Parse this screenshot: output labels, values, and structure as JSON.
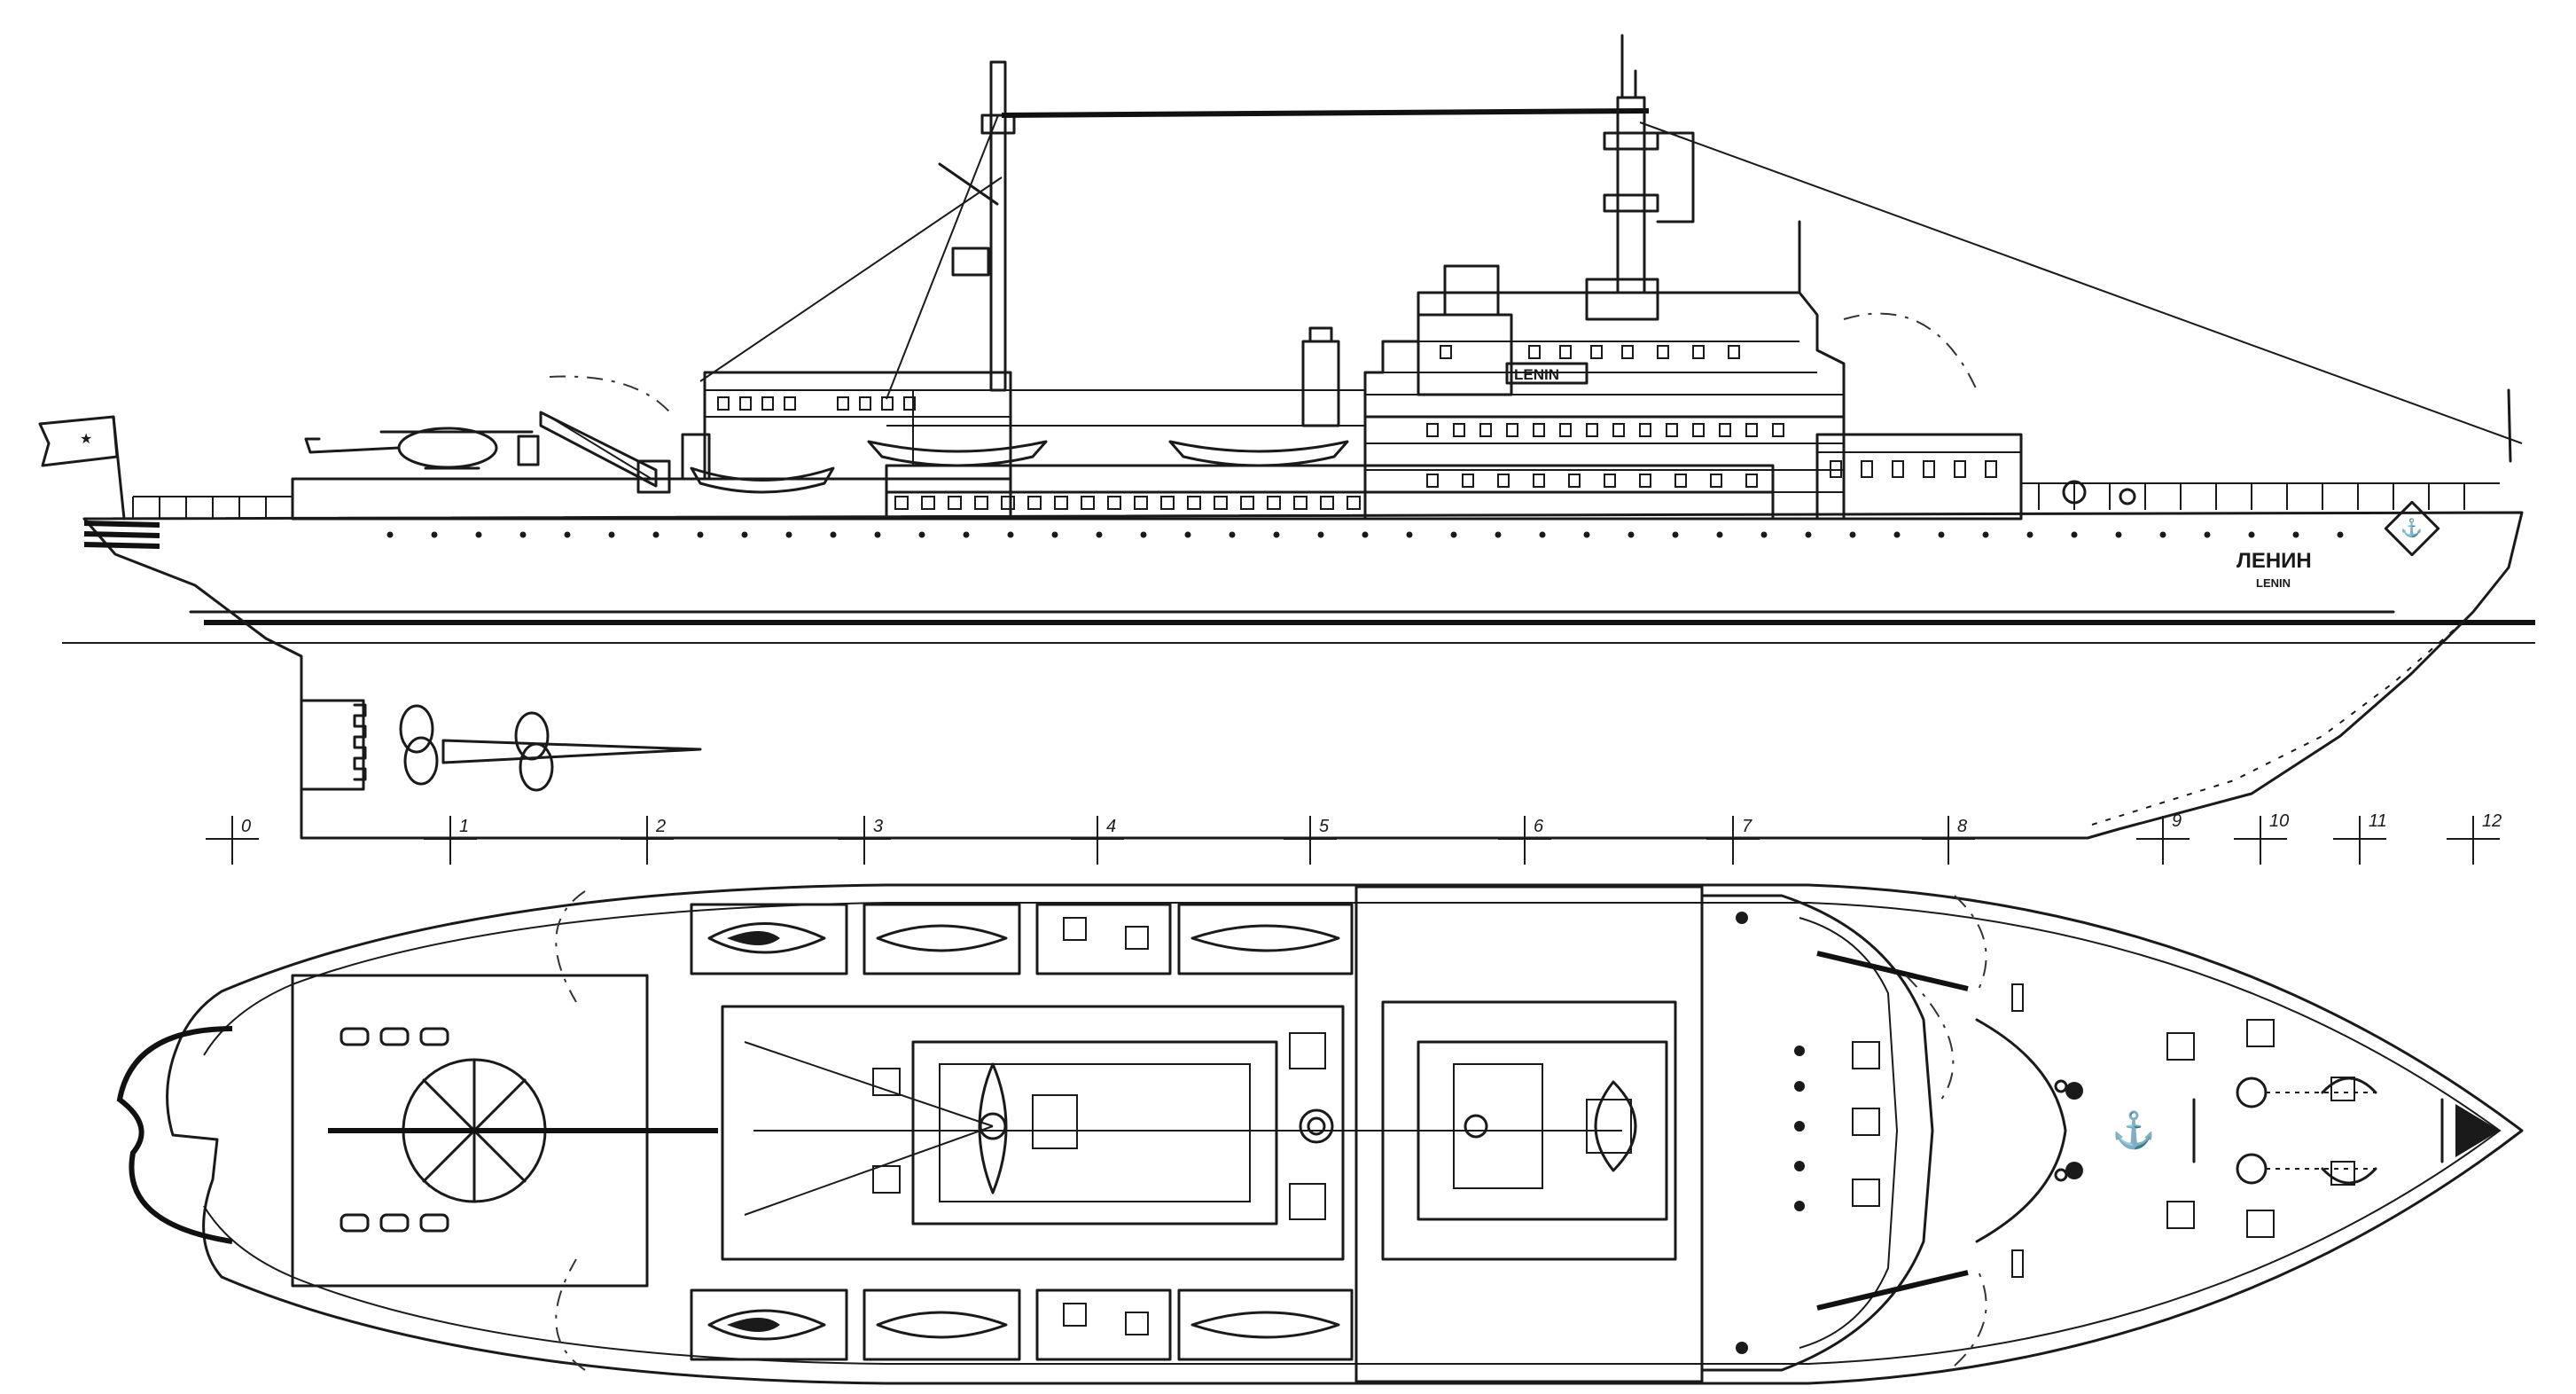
{
  "side_view": {
    "hull_name_cyrillic": "ЛЕНИН",
    "hull_name_latin": "LENIN",
    "bridge_name": "LENIN"
  },
  "station_marks": [
    "0",
    "1",
    "2",
    "3",
    "4",
    "5",
    "6",
    "7",
    "8",
    "9",
    "10",
    "11",
    "12"
  ]
}
